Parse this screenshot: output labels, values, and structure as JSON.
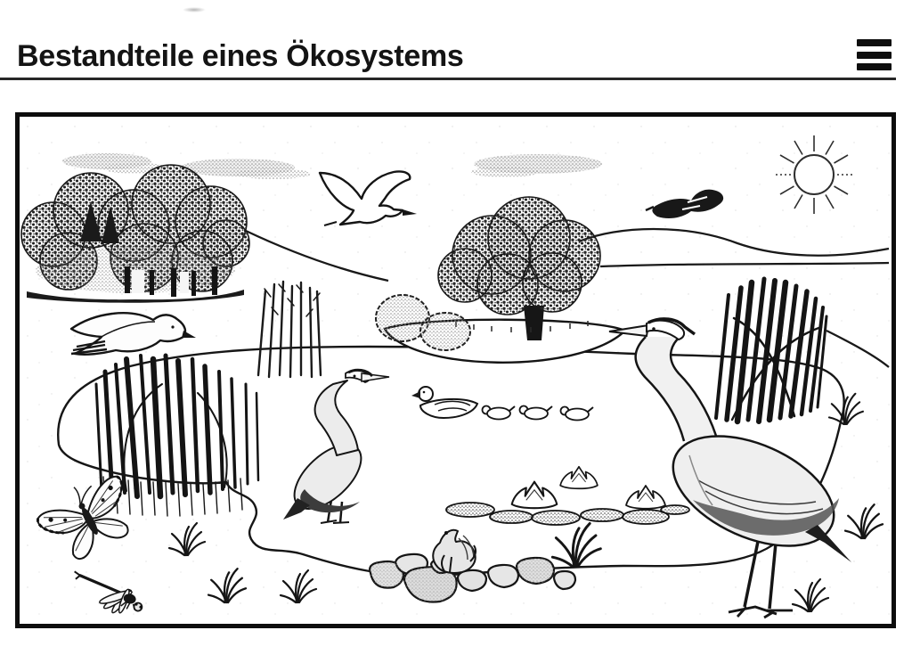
{
  "page": {
    "background_color": "#ffffff"
  },
  "header": {
    "title": "Bestandteile eines Ökosystems",
    "menu_icon": "hamburger-menu-icon",
    "rule_color": "#272727"
  },
  "illustration": {
    "label": "pond-ecosystem-scene",
    "frame_color": "#0d0d0d",
    "ink_color": "#151515",
    "paper_color": "#ffffff",
    "shade_color": "#9a9a9a",
    "elements": [
      "clouds",
      "sun",
      "forest",
      "hills",
      "horizon",
      "large-tree",
      "bushes",
      "seagull-flying",
      "duck-flying",
      "bird-flying",
      "pond",
      "reeds-left",
      "reeds-middle",
      "reeds-right",
      "heron-standing-in-pond",
      "large-heron-on-shore",
      "duck-with-three-ducklings",
      "water-lilies",
      "frog-on-stones",
      "stones",
      "butterfly",
      "dragonfly",
      "grass-tufts"
    ]
  }
}
